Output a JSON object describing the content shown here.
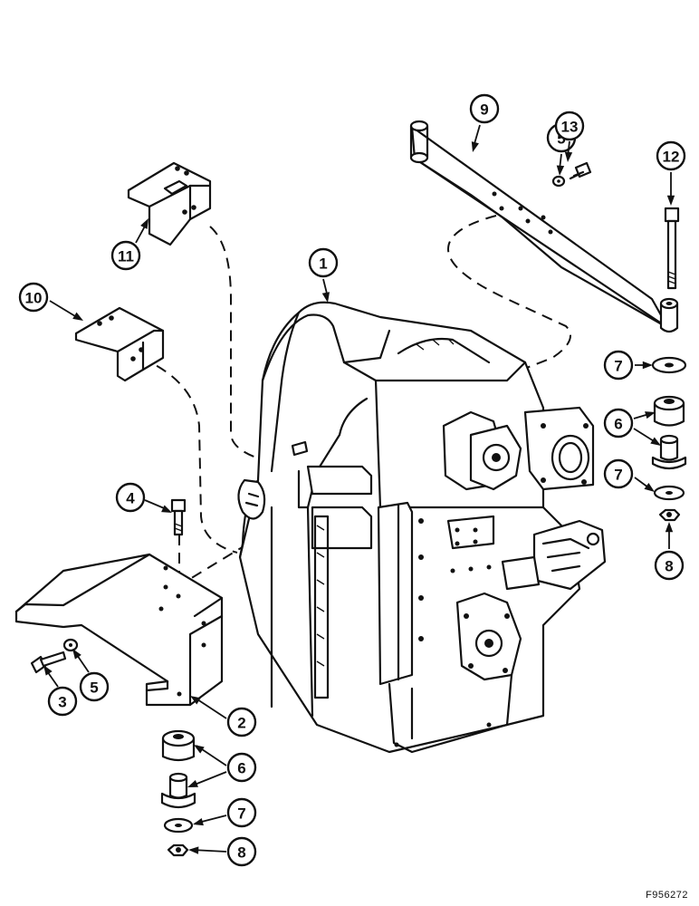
{
  "figure_code": "F956272",
  "callouts": [
    {
      "number": "1",
      "part": "transmission-assembly"
    },
    {
      "number": "2",
      "part": "front-mounting-bracket"
    },
    {
      "number": "3",
      "part": "bolt"
    },
    {
      "number": "4",
      "part": "bolt"
    },
    {
      "number": "5",
      "part": "washer"
    },
    {
      "number": "5",
      "part": "washer"
    },
    {
      "number": "6",
      "part": "rubber-isolator"
    },
    {
      "number": "6",
      "part": "rubber-isolator"
    },
    {
      "number": "7",
      "part": "washer"
    },
    {
      "number": "7",
      "part": "washer"
    },
    {
      "number": "7",
      "part": "washer"
    },
    {
      "number": "8",
      "part": "nut"
    },
    {
      "number": "8",
      "part": "nut"
    },
    {
      "number": "9",
      "part": "rear-mounting-bar"
    },
    {
      "number": "10",
      "part": "bracket"
    },
    {
      "number": "11",
      "part": "bracket"
    },
    {
      "number": "12",
      "part": "bolt"
    },
    {
      "number": "13",
      "part": "bolt"
    }
  ]
}
